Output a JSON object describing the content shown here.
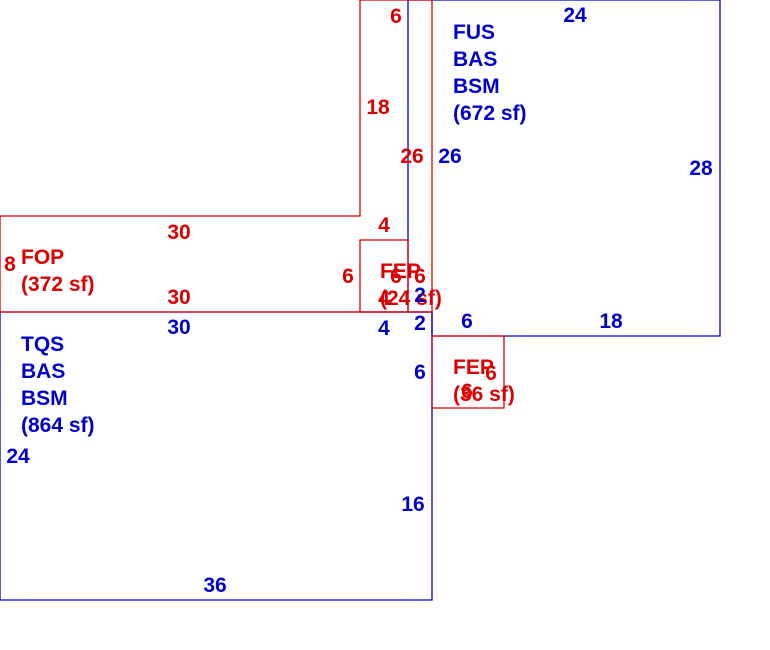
{
  "areas": {
    "fus": {
      "lines": [
        "FUS",
        "BAS",
        "BSM",
        "(672 sf)"
      ],
      "color": "#0000cc"
    },
    "tqs": {
      "lines": [
        "TQS",
        "BAS",
        "BSM",
        "(864 sf)"
      ],
      "color": "#0000cc"
    },
    "fop": {
      "lines": [
        "FOP",
        "(372 sf)"
      ],
      "color": "#dd0000"
    },
    "fep_small": {
      "lines": [
        "FEP",
        "(24 sf)"
      ],
      "color": "#dd0000"
    },
    "fep_lower": {
      "lines": [
        "FEP",
        "(36 sf)"
      ],
      "color": "#dd0000"
    }
  },
  "dimensions": {
    "fus_top": "24",
    "fus_right": "28",
    "fus_left": "26",
    "fus_bottom": "18",
    "fus_bottom_left": "6",
    "fus_step": "2",
    "tqs_top": "30",
    "tqs_left": "24",
    "tqs_bottom": "36",
    "tqs_right_lower": "16",
    "tqs_right_upper": "6",
    "tqs_step": "2",
    "tqs_notch": "4",
    "fop_top": "30",
    "fop_bottom": "30",
    "fop_left": "8",
    "fop_right_upper": "18",
    "fop_right_top": "6",
    "fop_right_mid": "26",
    "fop_notch": "4",
    "fep_small_left": "6",
    "fep_small_right_a": "6",
    "fep_small_right_b": "6",
    "fep_small_bottom": "4",
    "fep_lower_left": "6",
    "fep_lower_right": "6"
  }
}
